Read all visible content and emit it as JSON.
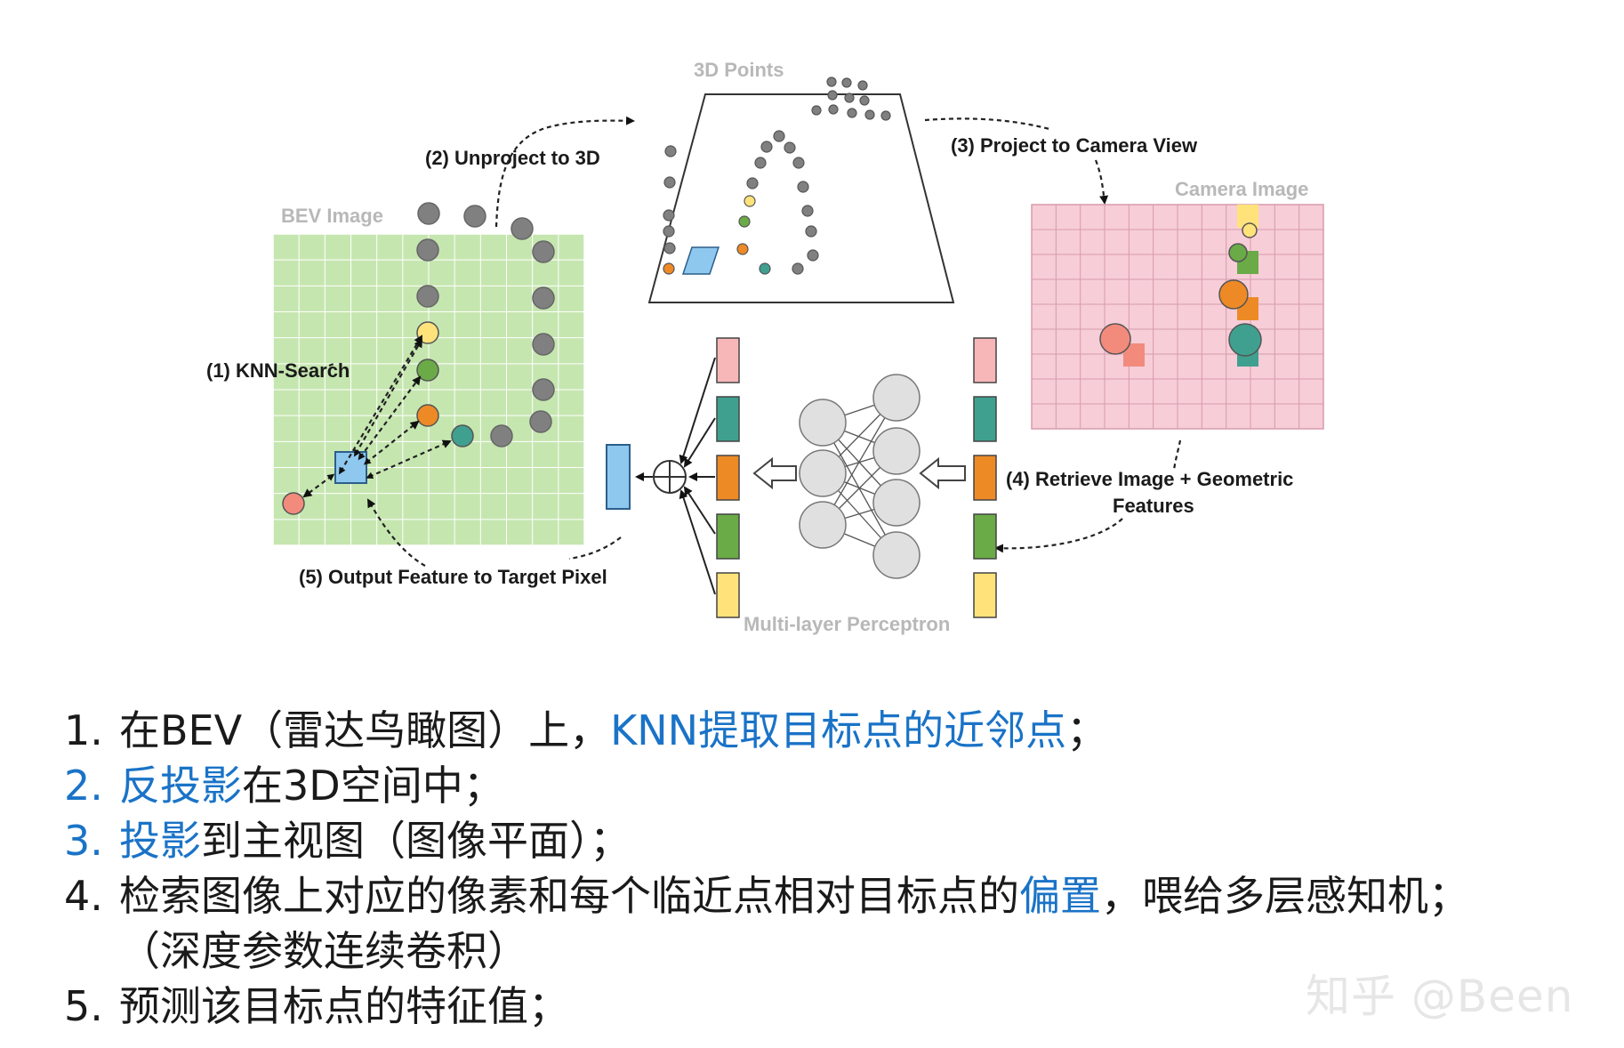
{
  "diagram": {
    "title_3d": "3D Points",
    "title_bev": "BEV Image",
    "title_camera": "Camera Image",
    "title_mlp": "Multi-layer Perceptron",
    "step1": "(1) KNN-Search",
    "step2": "(2) Unproject to 3D",
    "step3": "(3) Project to Camera View",
    "step4_line1": "(4) Retrieve Image + Geometric",
    "step4_line2": "Features",
    "step5": "(5) Output Feature to Target Pixel"
  },
  "colors": {
    "bev_grid": "#c6e6b0",
    "camera_grid": "#f7cdd8",
    "grey_point": "#808080",
    "yellow": "#ffe37a",
    "green": "#6aab47",
    "orange": "#ee8a26",
    "teal": "#3fa08f",
    "red": "#f28b7c",
    "blue_target": "#8ec8ef",
    "pink_feature": "#f7b7b8",
    "highlight": "#1a73c7"
  },
  "notes": [
    {
      "num": "1.",
      "num_hl": false,
      "parts": [
        {
          "text": "在BEV（雷达鸟瞰图）上，",
          "hl": false
        },
        {
          "text": "KNN提取目标点的近邻点",
          "hl": true
        },
        {
          "text": "；",
          "hl": false
        }
      ]
    },
    {
      "num": "2.",
      "num_hl": true,
      "parts": [
        {
          "text": "反投影",
          "hl": true
        },
        {
          "text": "在3D空间中；",
          "hl": false
        }
      ]
    },
    {
      "num": "3.",
      "num_hl": true,
      "parts": [
        {
          "text": "投影",
          "hl": true
        },
        {
          "text": "到主视图（图像平面）；",
          "hl": false
        }
      ]
    },
    {
      "num": "4.",
      "num_hl": false,
      "parts": [
        {
          "text": "检索图像上对应的像素和每个临近点相对目标点的",
          "hl": false
        },
        {
          "text": "偏置",
          "hl": true
        },
        {
          "text": "，喂给多层感知机；",
          "hl": false
        }
      ]
    },
    {
      "num": "",
      "num_hl": false,
      "parts": [
        {
          "text": "（深度参数连续卷积）",
          "hl": false
        }
      ]
    },
    {
      "num": "5.",
      "num_hl": false,
      "parts": [
        {
          "text": "预测该目标点的特征值；",
          "hl": false
        }
      ]
    }
  ],
  "watermark": "知乎 @Been"
}
